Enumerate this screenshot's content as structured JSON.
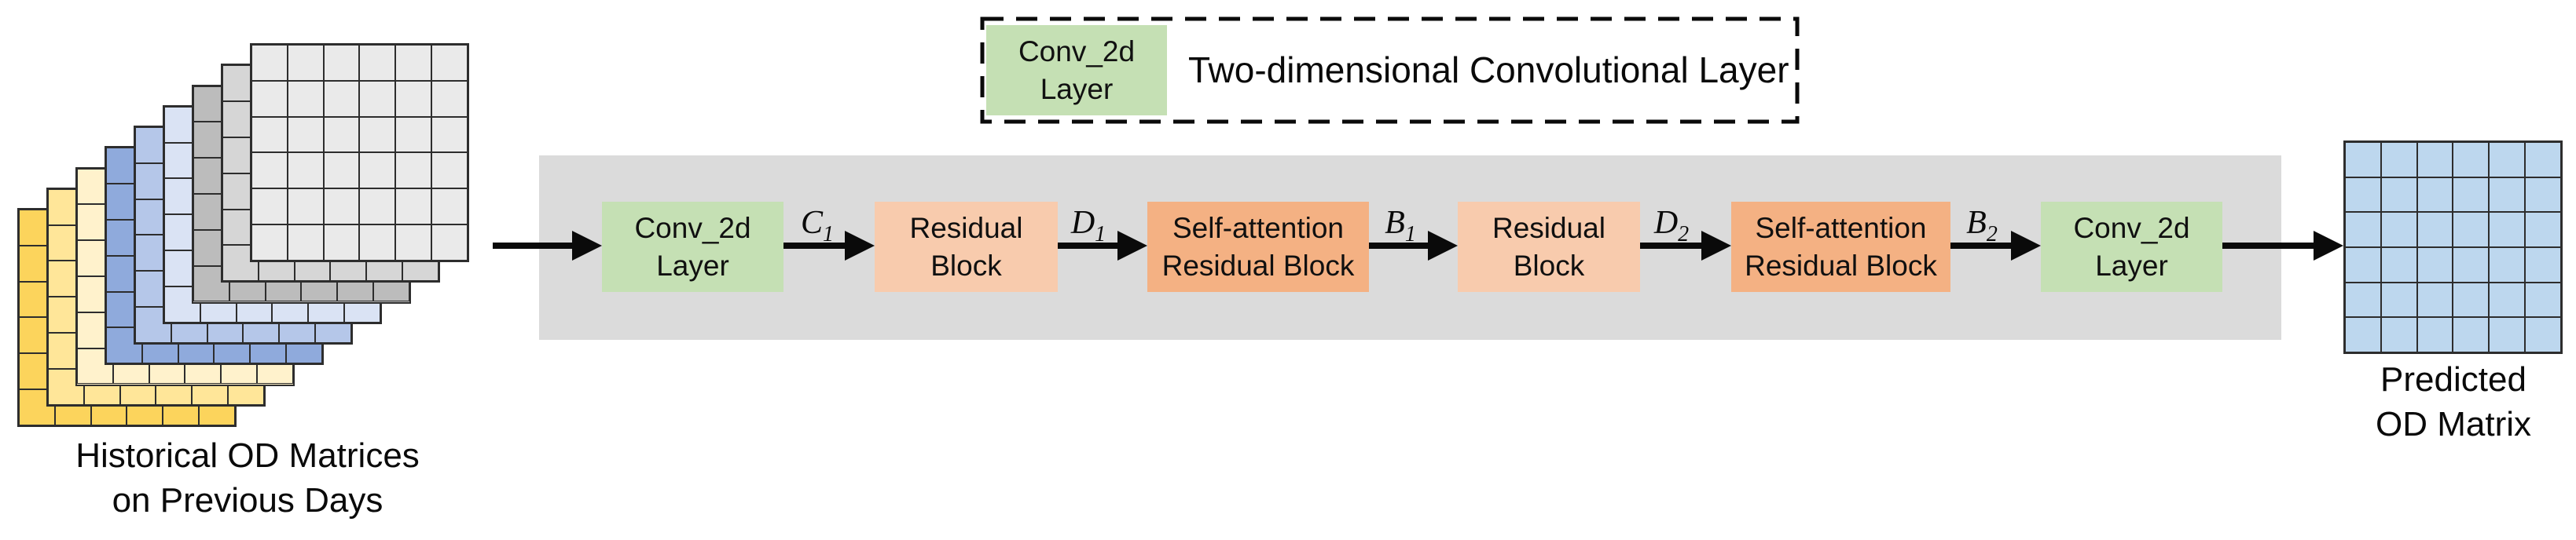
{
  "legend": {
    "swatch_line1": "Conv_2d",
    "swatch_line2": "Layer",
    "description": "Two-dimensional Convolutional Layer",
    "swatch_color": "#C5E0B4"
  },
  "input_stack": {
    "label_line1": "Historical OD Matrices",
    "label_line2": "on Previous Days",
    "rows": 6,
    "cols": 6,
    "layer_colors_back_to_front": [
      "#EAEAEA",
      "#D6D6D6",
      "#BCBCBC",
      "#DAE3F4",
      "#B5C7E9",
      "#8FAADC",
      "#FFF2CC",
      "#FFE699",
      "#FCD45C"
    ],
    "cell_border_color": "#2d2d2d"
  },
  "output_matrix": {
    "label_line1": "Predicted",
    "label_line2": "OD Matrix",
    "rows": 6,
    "cols": 6,
    "fill": "#BDD7EE",
    "cell_border_color": "#2d2d2d"
  },
  "pipeline": {
    "panel_color": "#DBDBDB",
    "block_colors": {
      "conv": "#C5E0B4",
      "residual": "#F8CBAD",
      "attention": "#F4B183"
    },
    "blocks": [
      {
        "line1": "Conv_2d",
        "line2": "Layer",
        "type": "conv"
      },
      {
        "line1": "Residual",
        "line2": "Block",
        "type": "residual"
      },
      {
        "line1": "Self-attention",
        "line2": "Residual Block",
        "type": "attention"
      },
      {
        "line1": "Residual",
        "line2": "Block",
        "type": "residual"
      },
      {
        "line1": "Self-attention",
        "line2": "Residual Block",
        "type": "attention"
      },
      {
        "line1": "Conv_2d",
        "line2": "Layer",
        "type": "conv"
      }
    ],
    "arrow_labels": [
      {
        "main": "C",
        "sub": "1"
      },
      {
        "main": "D",
        "sub": "1"
      },
      {
        "main": "B",
        "sub": "1"
      },
      {
        "main": "D",
        "sub": "2"
      },
      {
        "main": "B",
        "sub": "2"
      }
    ],
    "arrow_color": "#0a0a0a"
  }
}
